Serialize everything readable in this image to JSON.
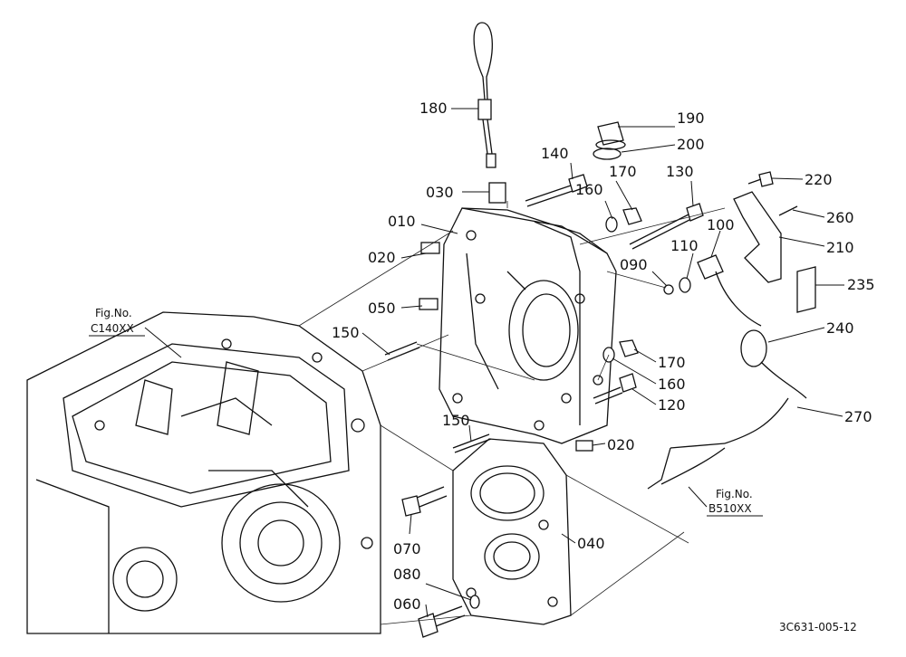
{
  "parts": {
    "p010": "010",
    "p020a": "020",
    "p020b": "020",
    "p030": "030",
    "p040": "040",
    "p050": "050",
    "p060": "060",
    "p070": "070",
    "p080": "080",
    "p090": "090",
    "p100": "100",
    "p110": "110",
    "p120": "120",
    "p130": "130",
    "p140": "140",
    "p150a": "150",
    "p150b": "150",
    "p160a": "160",
    "p160b": "160",
    "p170a": "170",
    "p170b": "170",
    "p180": "180",
    "p190": "190",
    "p200": "200",
    "p210": "210",
    "p220": "220",
    "p235": "235",
    "p240": "240",
    "p260": "260",
    "p270": "270"
  },
  "refs": {
    "c140_label": "Fig.No.",
    "c140_code": "C140XX",
    "b510_label": "Fig.No.",
    "b510_code": "B510XX"
  },
  "drawing_code": "3C631-005-12"
}
